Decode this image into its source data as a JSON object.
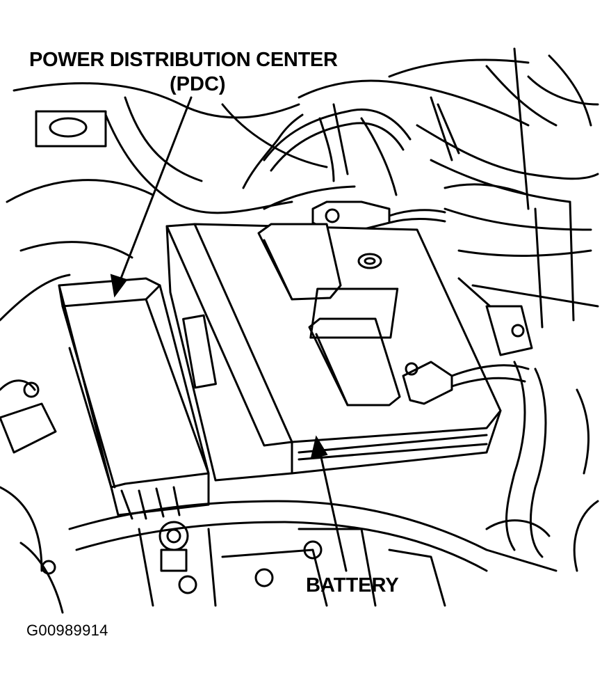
{
  "labels": {
    "pdc_line1": "POWER DISTRIBUTION CENTER",
    "pdc_line2": "(PDC)",
    "battery": "BATTERY",
    "figure_id": "G00989914"
  },
  "colors": {
    "ink": "#000000",
    "paper": "#ffffff"
  }
}
